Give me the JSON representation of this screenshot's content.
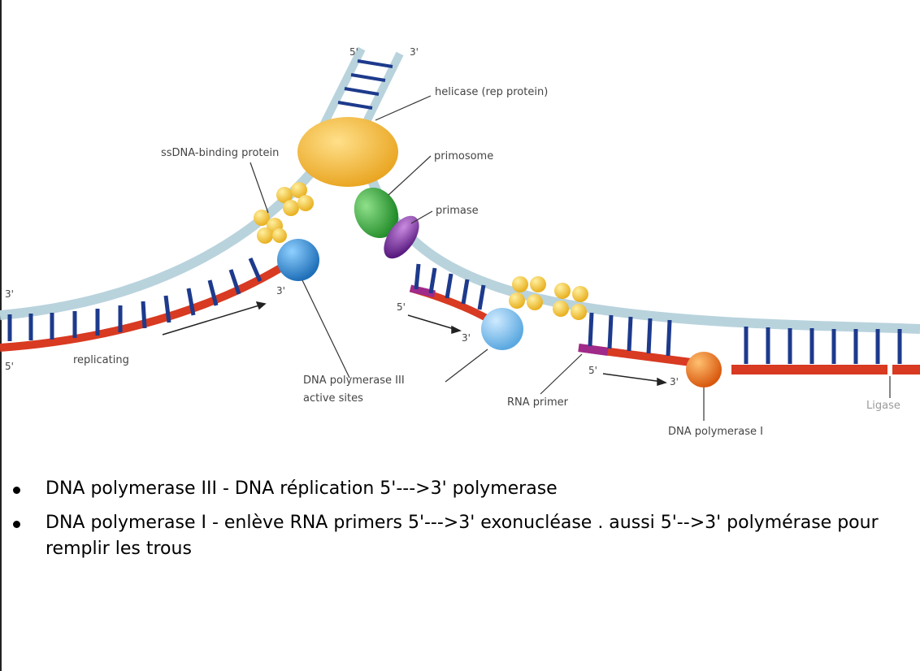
{
  "diagram": {
    "labels": {
      "helicase": "helicase (rep protein)",
      "ssdna_binding": "ssDNA-binding protein",
      "primosome": "primosome",
      "primase": "primase",
      "replicating": "replicating",
      "pol3": "DNA polymerase III",
      "pol3_line2": "active sites",
      "rna_primer": "RNA primer",
      "pol1": "DNA polymerase I",
      "ligase": "Ligase"
    },
    "ends": {
      "top_5": "5'",
      "top_3": "3'",
      "left_3": "3'",
      "left_5": "5'",
      "lead_3": "3'",
      "lag1_5": "5'",
      "lag1_3": "3'",
      "lag2_5": "5'",
      "lag2_3": "3'"
    },
    "colors": {
      "template": "#b9d3dd",
      "new_strand": "#d83a22",
      "rung": "#1d3a8c",
      "helicase": "#f2b630",
      "ssb": "#f5c640",
      "primosome": "#3aa83a",
      "primase": "#7a2a9c",
      "pol3": "#3a8fd0",
      "pol1": "#e8741a",
      "rna_primer": "#a02a8a"
    }
  },
  "bullets": [
    "DNA polymerase III - DNA réplication 5'--->3' polymerase",
    "DNA polymerase I - enlève RNA primers 5'--->3' exonucléase . aussi 5'-->3' polymérase pour remplir les trous"
  ]
}
